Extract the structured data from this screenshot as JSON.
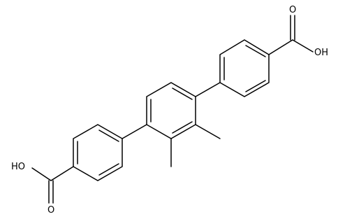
{
  "labels": {
    "top_carbonyl_oxygen": "O",
    "top_hydroxyl": "OH",
    "bottom_hydroxyl": "HO",
    "bottom_carbonyl_oxygen": "O"
  },
  "colors": {
    "bond": "#000000",
    "background": "#ffffff"
  }
}
